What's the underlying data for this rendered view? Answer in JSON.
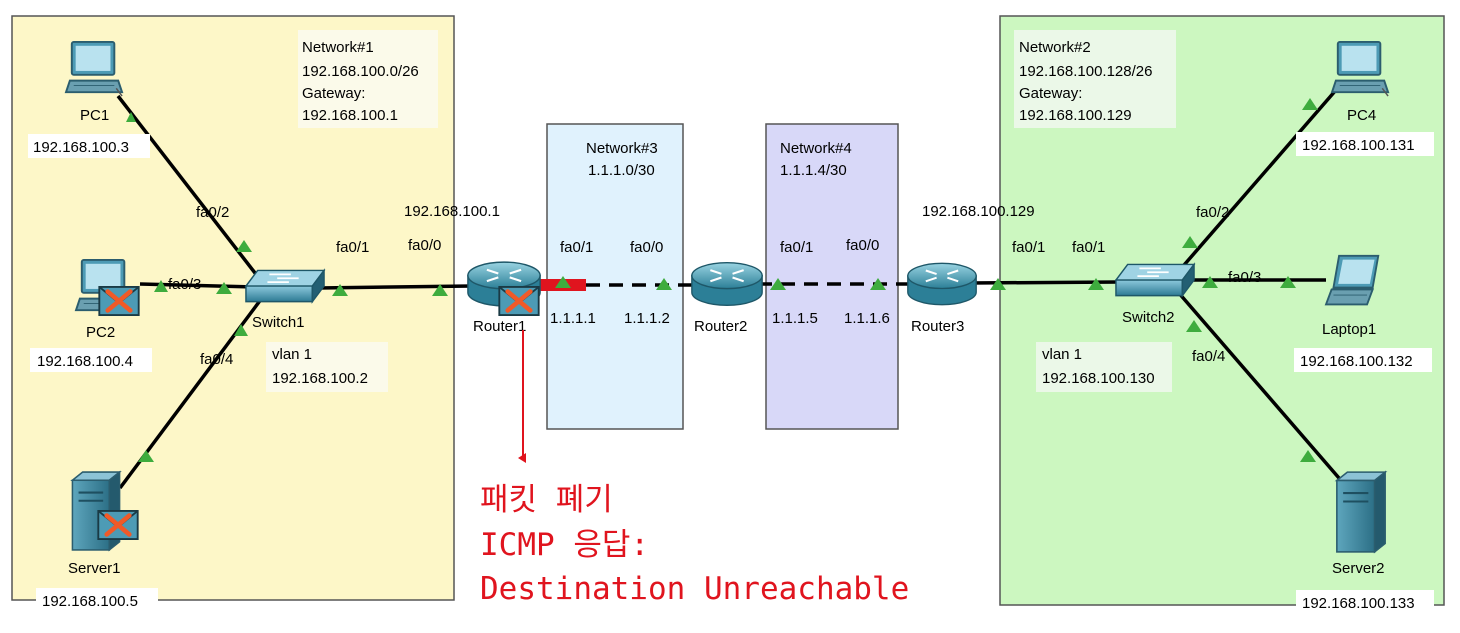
{
  "colors": {
    "network1_bg": "#fdf7c8",
    "network2_bg": "#ccf7c0",
    "network3_bg": "#e0f2fd",
    "network4_bg": "#d8d8f8",
    "link_up": "#3eac3e",
    "alert": "#e0141e"
  },
  "networks": {
    "n1": [
      "Network#1",
      "192.168.100.0/26",
      "Gateway:",
      "192.168.100.1"
    ],
    "n2": [
      "Network#2",
      "192.168.100.128/26",
      "Gateway:",
      "192.168.100.129"
    ],
    "n3": [
      "Network#3",
      "1.1.1.0/30"
    ],
    "n4": [
      "Network#4",
      "1.1.1.4/30"
    ]
  },
  "devices": {
    "pc1": {
      "name": "PC1",
      "ip": "192.168.100.3",
      "icon": "desktop-pc-icon"
    },
    "pc2": {
      "name": "PC2",
      "ip": "192.168.100.4",
      "icon": "desktop-pc-icon"
    },
    "server1": {
      "name": "Server1",
      "ip": "192.168.100.5",
      "icon": "server-icon"
    },
    "switch1": {
      "name": "Switch1",
      "vlan": [
        "vlan 1",
        "192.168.100.2"
      ],
      "icon": "switch-icon"
    },
    "router1": {
      "name": "Router1",
      "icon": "router-icon"
    },
    "router2": {
      "name": "Router2",
      "icon": "router-icon"
    },
    "router3": {
      "name": "Router3",
      "icon": "router-icon"
    },
    "switch2": {
      "name": "Switch2",
      "vlan": [
        "vlan 1",
        "192.168.100.130"
      ],
      "icon": "switch-icon"
    },
    "pc4": {
      "name": "PC4",
      "ip": "192.168.100.131",
      "icon": "desktop-pc-icon"
    },
    "laptop1": {
      "name": "Laptop1",
      "ip": "192.168.100.132",
      "icon": "laptop-icon"
    },
    "server2": {
      "name": "Server2",
      "ip": "192.168.100.133",
      "icon": "server-icon"
    }
  },
  "ports": {
    "sw1_pc1": "fa0/2",
    "sw1_pc2": "fa0/3",
    "sw1_server1": "fa0/4",
    "sw1_r1": "fa0/1",
    "r1_sw1": "fa0/0",
    "r1_r2": "fa0/1",
    "r2_r1": "fa0/0",
    "r2_r3": "fa0/1",
    "r3_r2": "fa0/0",
    "r3_sw2": "fa0/1",
    "sw2_r3": "fa0/1",
    "sw2_pc4": "fa0/2",
    "sw2_laptop": "fa0/3",
    "sw2_server2": "fa0/4"
  },
  "interface_ips": {
    "r1_lan": "192.168.100.1",
    "r1_wan": "1.1.1.1",
    "r2_to_r1": "1.1.1.2",
    "r2_to_r3": "1.1.1.5",
    "r3_to_r2": "1.1.1.6",
    "r3_lan": "192.168.100.129"
  },
  "annotation": {
    "lines": [
      "패킷 폐기",
      "ICMP 응답:",
      "Destination Unreachable"
    ]
  }
}
